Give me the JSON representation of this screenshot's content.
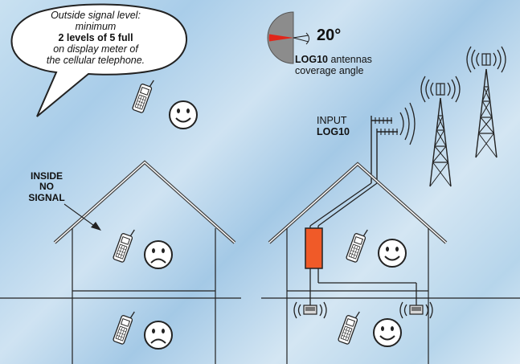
{
  "bubble": {
    "line1": "Outside signal level:",
    "line2": "minimum",
    "line3": "2 levels of 5 full",
    "line4": "on display meter of",
    "line5": "the cellular telephone."
  },
  "antenna_angle": {
    "value": "20°",
    "caption_bold": "LOG10",
    "caption_rest": " antennas",
    "caption_line2": "coverage angle"
  },
  "input_label": {
    "line1": "INPUT",
    "line2": "LOG10"
  },
  "inside_label": {
    "line1": "INSIDE",
    "line2": "NO",
    "line3": "SIGNAL"
  },
  "colors": {
    "repeater": "#f05a28",
    "sector": "#e0261a",
    "sector_body": "#8c8c8c",
    "line": "#222222"
  },
  "icons": [
    "cellphone-icon",
    "smiley-happy-icon",
    "smiley-sad-icon",
    "cell-tower-icon",
    "signal-waves-icon",
    "yagi-antenna-icon",
    "indoor-antenna-icon",
    "repeater-box"
  ]
}
